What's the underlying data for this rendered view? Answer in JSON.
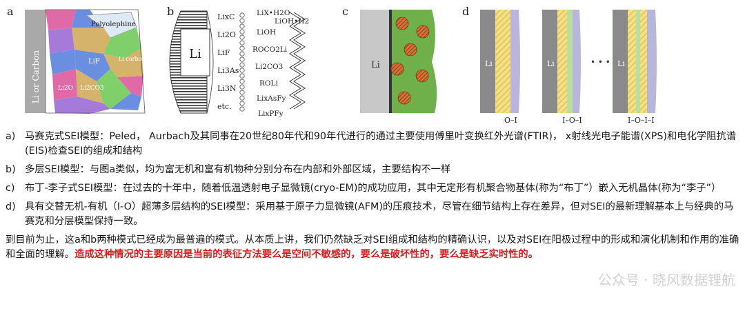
{
  "figure": {
    "panel_labels": [
      "a",
      "b",
      "c",
      "d"
    ],
    "a": {
      "labels": [
        "Li or Carbon",
        "Polyolephine",
        "LiF",
        "Li2O",
        "Li2CO3",
        "Li carbonate"
      ],
      "colors": {
        "pink": "#e06aa8",
        "blue": "#6a8fe0",
        "tan": "#d6b36a",
        "green": "#7fcf6a",
        "purple": "#a67ad8",
        "gray": "#9a9a9a",
        "light": "#dde9f5"
      }
    },
    "b": {
      "li_label": "Li",
      "inner_layers": [
        "LixC",
        "Li2O",
        "LiF",
        "Li3As",
        "Li3N",
        "etc."
      ],
      "outer_layers": [
        "LiX•H2O",
        "LiOH•H2",
        "LiOH",
        "ROCO2Li",
        "Li2CO3",
        "ROLi",
        "LixAsFy",
        "LixPFy"
      ]
    },
    "c": {
      "li_label": "Li",
      "colors": {
        "green": "#6fb04a",
        "orange": "#d07030"
      }
    },
    "d": {
      "li_label": "Li",
      "ellipsis": "• • •",
      "bottom_labels": [
        "O–I",
        "I–O–I",
        "I–O–I–I"
      ]
    }
  },
  "items": [
    {
      "label": "a)",
      "text": "马赛克式SEI模型：Peled， Aurbach及其同事在20世纪80年代和90年代进行的通过主要使用傅里叶变换红外光谱(FTIR)， x射线光电子能谱(XPS)和电化学阻抗谱(EIS)检查SEI的组成和结构"
    },
    {
      "label": "b)",
      "text": "多层SEI模型：与图a类似，均为富无机和富有机物种分别分布在内部和外部区域，主要结构不一样"
    },
    {
      "label": "c)",
      "text": "布丁-李子式SEI模型：在过去的十年中，随着低温透射电子显微镜(cryo-EM)的成功应用，其中无定形有机聚合物基体(称为“布丁”）嵌入无机晶体(称为“李子”）"
    },
    {
      "label": "d)",
      "text": "具有交替无机-有机（I-O）超薄多层结构的SEI模型：采用基于原子力显微镜(AFM)的压痕技术，尽管在细节结构上存在差异，但对SEI的最新理解基本上与经典的马赛克和分层模型保持一致。"
    }
  ],
  "summary": {
    "normal": "到目前为止，这a和b两种模式已经成为最普遍的模式。从本质上讲，我们仍然缺乏对SEI组成和结构的精确认识，以及对SEI在阳极过程中的形成和演化机制和作用的准确和全面的理解。",
    "red": "造成这种情况的主要原因是当前的表征方法要么是空间不敏感的，要么是破坏性的，要么是缺乏实时性的。"
  },
  "watermark": "公众号 · 晓风数据锂航"
}
